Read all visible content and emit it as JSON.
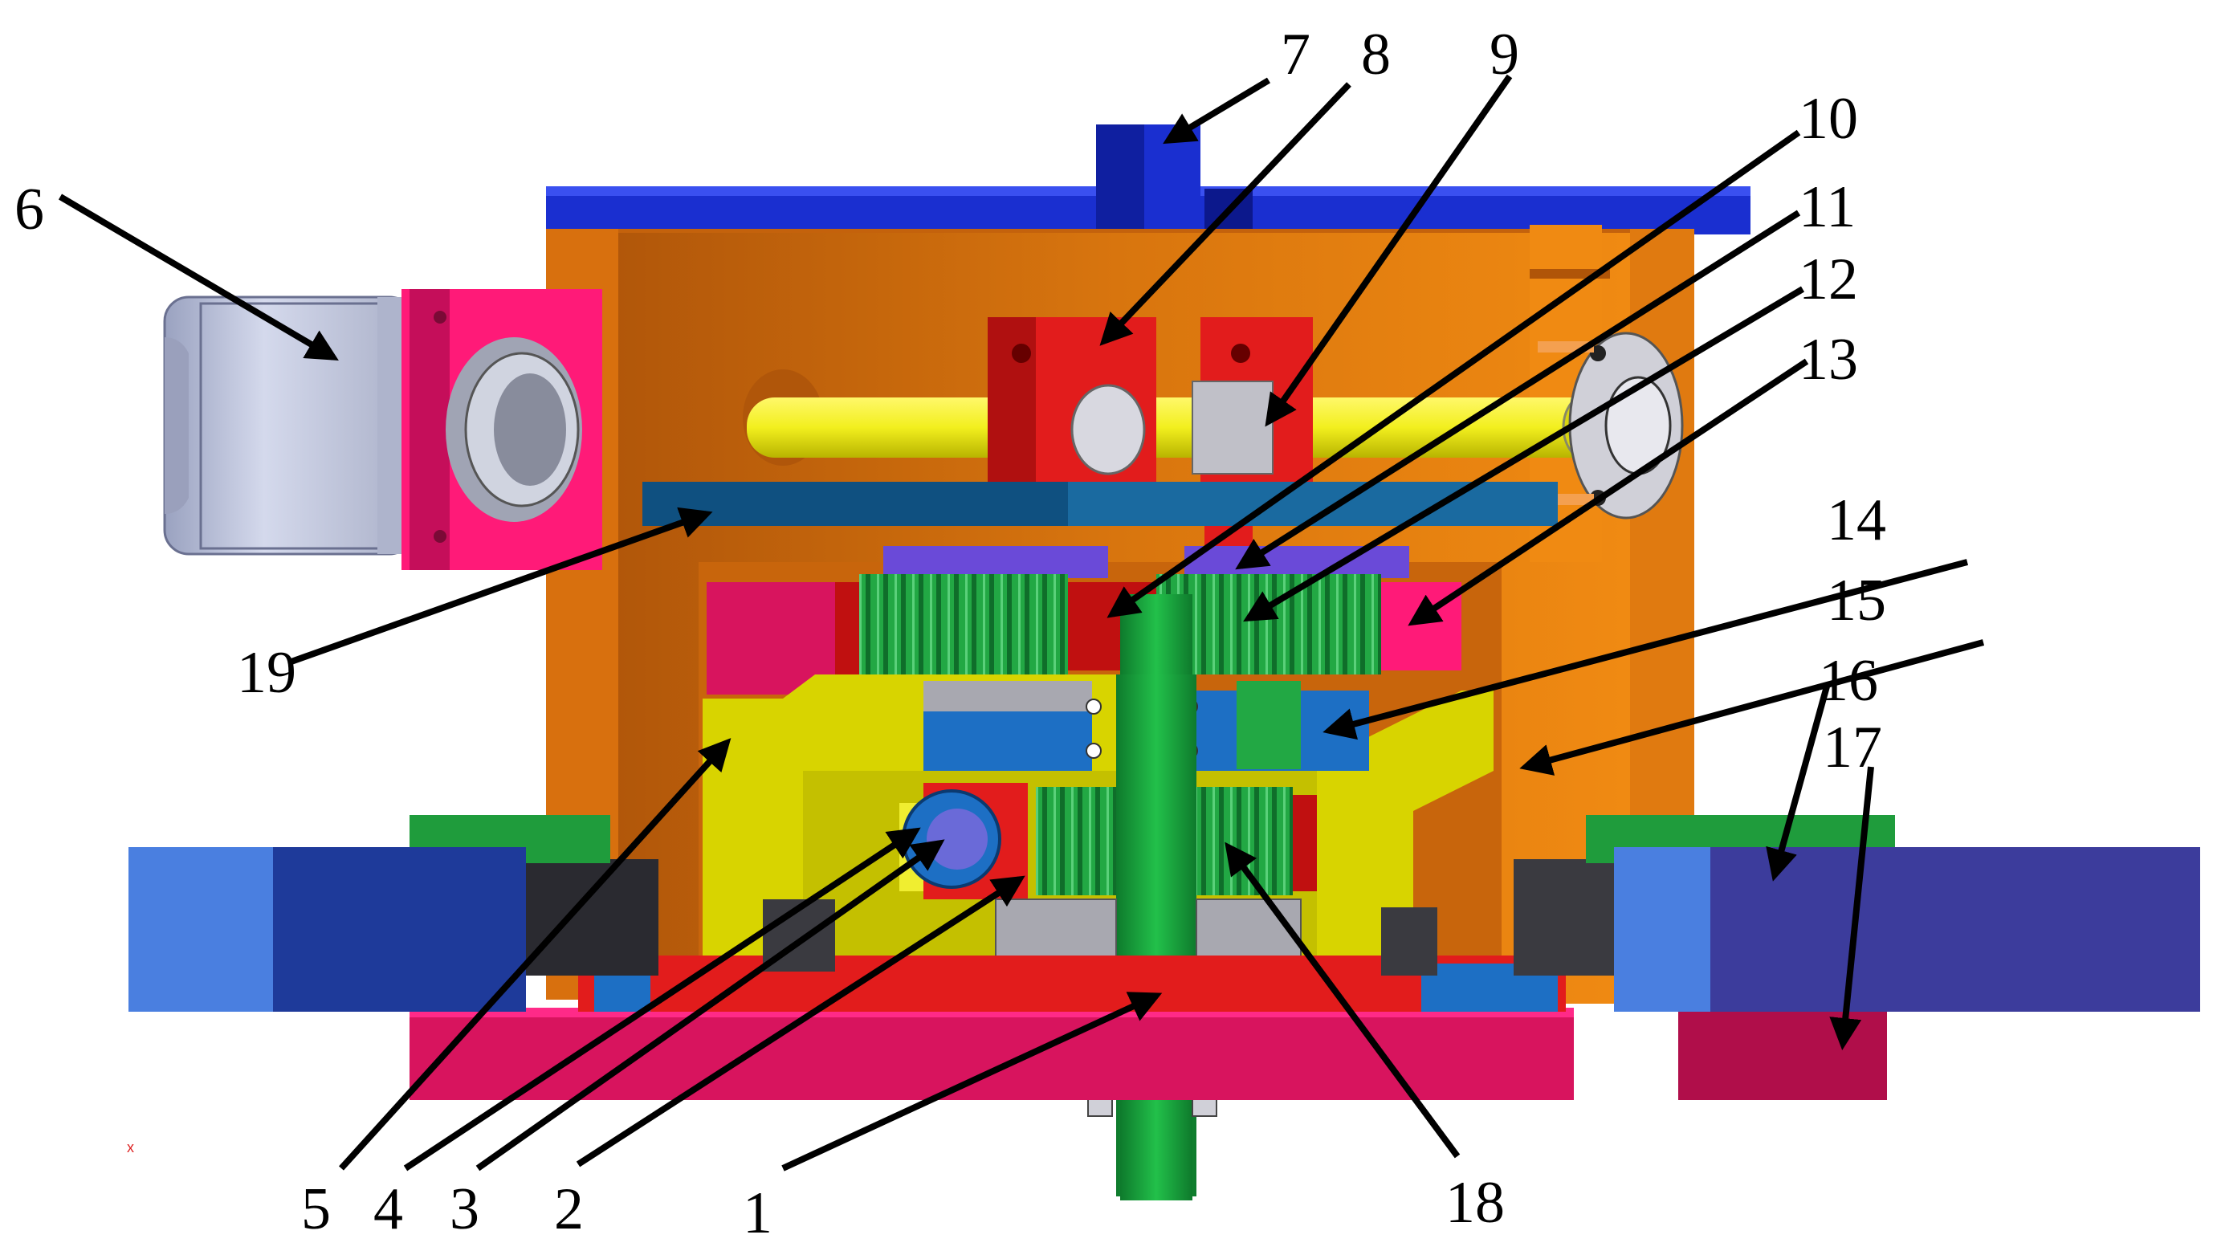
{
  "callouts": [
    "1",
    "2",
    "3",
    "4",
    "5",
    "6",
    "7",
    "8",
    "9",
    "10",
    "11",
    "12",
    "13",
    "14",
    "15",
    "16",
    "17",
    "18",
    "19"
  ],
  "stray_mark": "x",
  "colors": {
    "housing_orange": "#e07a10",
    "housing_dark_orange": "#b85a0a",
    "top_plate_blue": "#1a2fd0",
    "base_magenta": "#d8145e",
    "shaft_yellow": "#f2ef1e",
    "gear_green": "#1f9c3c",
    "output_shaft_green": "#17a83e",
    "carrier_yellow": "#d8d400",
    "bearing_blue": "#1d6fc4",
    "motor_gray": "#c0c6dc",
    "flange_pink": "#ff1a78",
    "block_red": "#e21c1c",
    "arm_blue_light": "#4a7fe0",
    "arm_blue_dark": "#1e3a9a",
    "arm_purple": "#3c3c9c",
    "ring_gear_purple": "#6a4ad8"
  },
  "icons": [
    "stepper-motor-icon",
    "lead-screw-icon",
    "gear-icon",
    "bearing-icon",
    "output-shaft-icon"
  ]
}
